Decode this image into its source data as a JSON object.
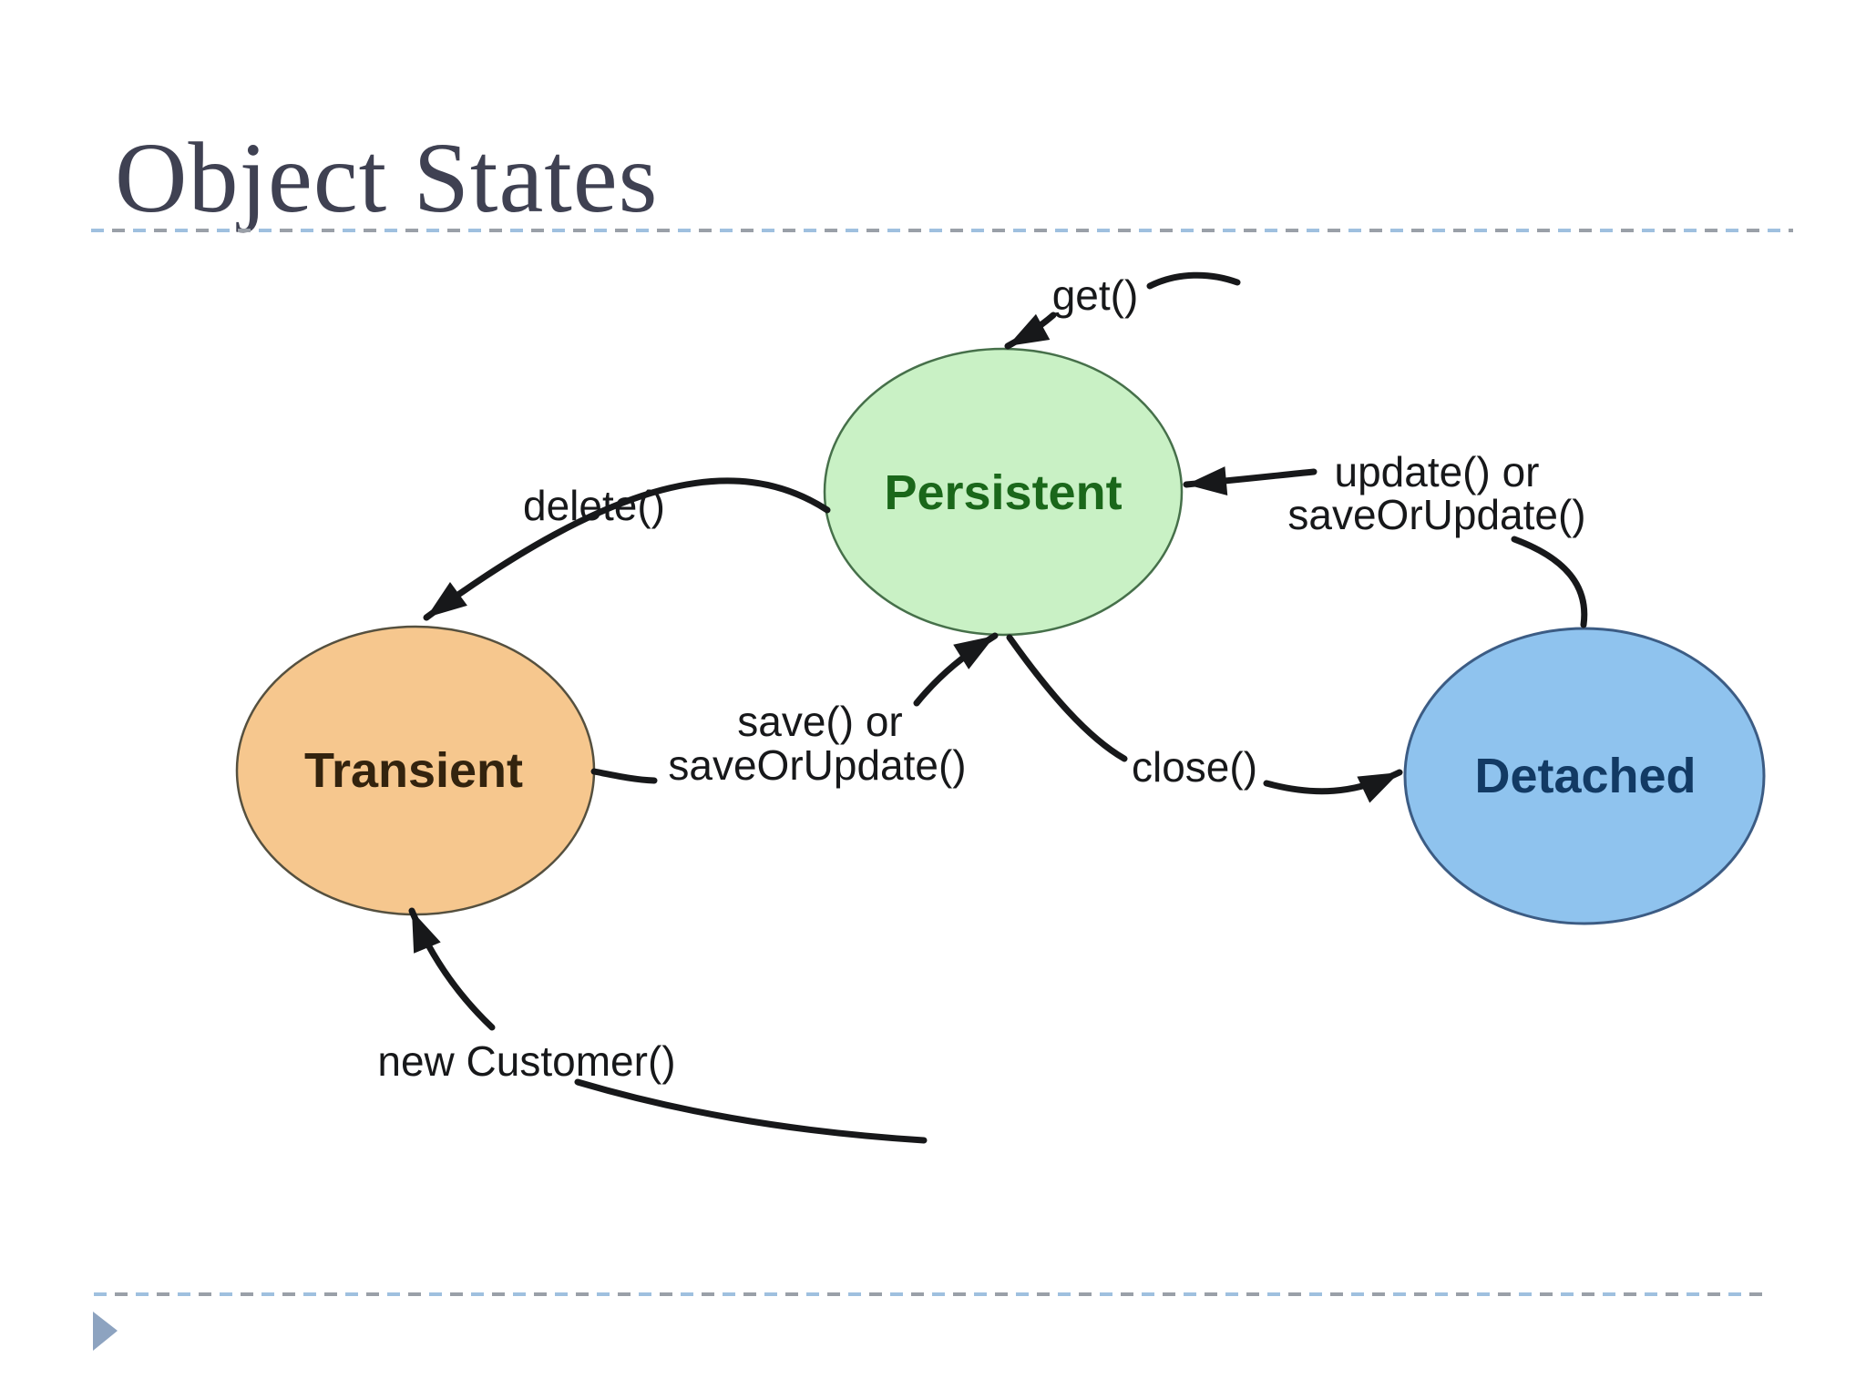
{
  "slide": {
    "title": "Object States"
  },
  "decor": {
    "dash_blue": "#9fc0df",
    "dash_gray": "#9aa0a8",
    "triangle_color": "#8da3c0",
    "line_color": "#17181a"
  },
  "diagram": {
    "states": [
      {
        "id": "persistent",
        "label": "Persistent",
        "fill": "#c9f1c5",
        "stroke": "#46704a",
        "text_color": "#1a671a"
      },
      {
        "id": "transient",
        "label": "Transient",
        "fill": "#f6c78e",
        "stroke": "#55503f",
        "text_color": "#33230e"
      },
      {
        "id": "detached",
        "label": "Detached",
        "fill": "#8fc3ee",
        "stroke": "#3c5c84",
        "text_color": "#123a64"
      }
    ],
    "transitions": {
      "get": {
        "line1": "get()"
      },
      "delete": {
        "line1": "delete()"
      },
      "update": {
        "line1": "update() or",
        "line2": "saveOrUpdate()"
      },
      "save": {
        "line1": "save() or",
        "line2": "saveOrUpdate()"
      },
      "close": {
        "line1": "close()"
      },
      "new_customer": {
        "line1": "new Customer()"
      }
    }
  }
}
